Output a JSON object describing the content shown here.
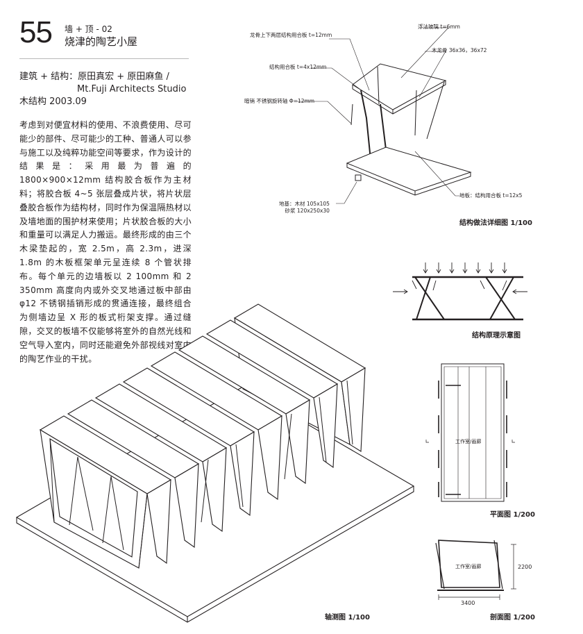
{
  "header": {
    "number": "55",
    "subtitle": "墙 + 顶 - 02",
    "title": "烧津的陶艺小屋"
  },
  "credits": {
    "line1": "建筑 + 结构：原田真宏 + 原田麻鱼 /",
    "line2": "Mt.Fuji Architects Studio",
    "line3": "木结构  2003.09"
  },
  "body_text": "考虑到对便宜材料的使用、不浪费使用、尽可能少的部件、尽可能少的工种、普通人可以参与施工以及纯粹功能空间等要求，作为设计的结果是：采用最为普遍的1800×900×12mm 结构胶合板作为主材料；将胶合板 4~5 张层叠成片状，将片状层叠胶合板作为结构材，同时作为保温隔热材以及墙地面的围护材来使用；片状胶合板的大小和重量可以满足人力搬运。最终形成的由三个木梁垫起的，宽 2.5m，高 2.3m，进深 1.8m 的木板框架单元呈连续 8 个管状排布。每个单元的边墙板以 2 100mm 和 2 350mm 高度向内或外交叉地通过板中部由 φ12 不锈钢插销形成的贯通连接，最终组合为侧墙边呈 X 形的板式桁架支撑。通过缝隙，交叉的板墙不仅能够将室外的自然光线和空气导入室内，同时还能避免外部视线对室内的陶艺作业的干扰。",
  "detail": {
    "label_joist": "龙骨上下两层结构用合板 t=12mm",
    "label_glass": "浮法玻璃 t=6mm",
    "label_wood_joist": "木龙骨 36x36，36x72",
    "label_plywood": "结构用合板 t=4x12mm",
    "label_pin": "暗销 不锈钢旋转轴 Φ=12mm",
    "label_floor": "地板：结构用合板 t=12x5",
    "label_base": "地基：木材 105x105\n砂浆 120x250x30",
    "caption": "结构做法详细图 1/100"
  },
  "principle": {
    "caption": "结构原理示意图"
  },
  "plan": {
    "room_label": "工作室/画廊",
    "caption": "平面图 1/200"
  },
  "section": {
    "room_label": "工作室/画廊",
    "height_dim": "2200",
    "width_dim": "3400",
    "caption": "剖面图 1/200"
  },
  "axon": {
    "caption": "轴测图 1/100"
  }
}
